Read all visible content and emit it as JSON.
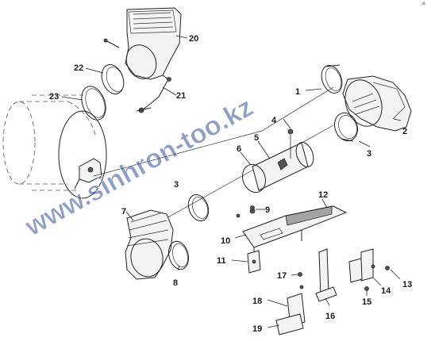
{
  "corner_mark": "^",
  "watermark": "www.sinhron-too.kz",
  "callouts": [
    "1",
    "2",
    "3",
    "4",
    "5",
    "6",
    "7",
    "8",
    "9",
    "10",
    "11",
    "12",
    "13",
    "14",
    "15",
    "16",
    "17",
    "18",
    "19",
    "20",
    "21",
    "22",
    "23"
  ]
}
